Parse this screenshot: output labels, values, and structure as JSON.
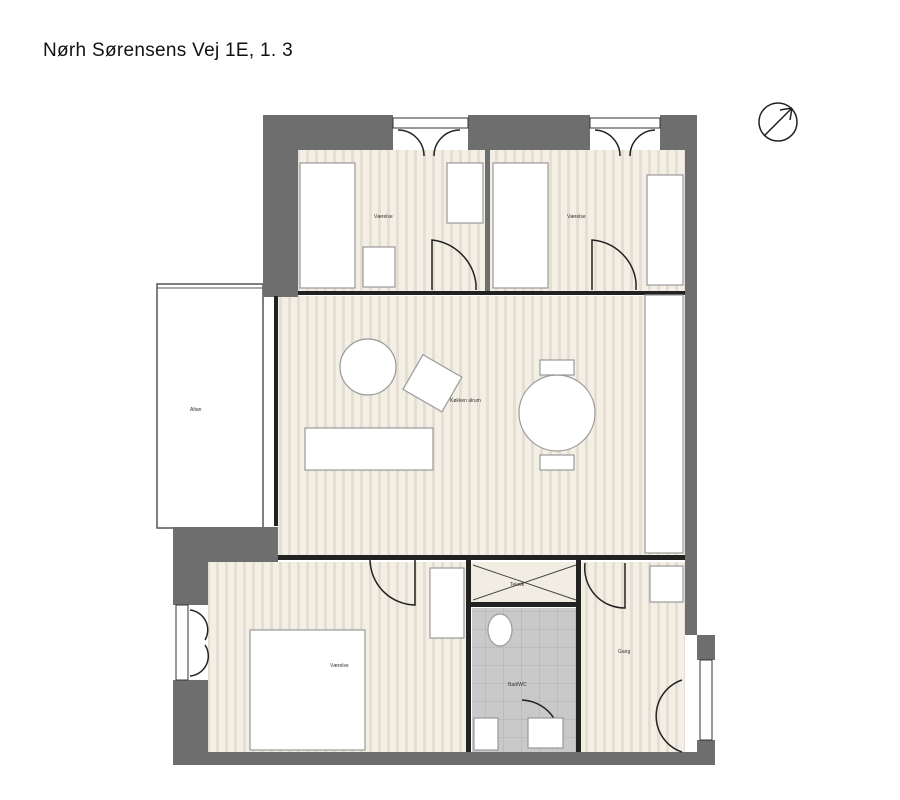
{
  "header": {
    "title": "Nørh Sørensens Vej 1E, 1. 3"
  },
  "rooms": {
    "bedroom_1": "Værelse",
    "bedroom_2": "Værelse",
    "bedroom_3": "Værelse",
    "balcony": "Altan",
    "kitchen_living": "Køkken alrum",
    "technical": "Teknik",
    "bathroom": "Bad/WC",
    "hallway": "Gang"
  },
  "colors": {
    "wall": "#6e6e6e",
    "floor": "#f1ede2",
    "floor_stripe": "#e2ddd0",
    "bath_floor": "#c8c8c8"
  },
  "icons": [
    "compass-north-icon"
  ]
}
